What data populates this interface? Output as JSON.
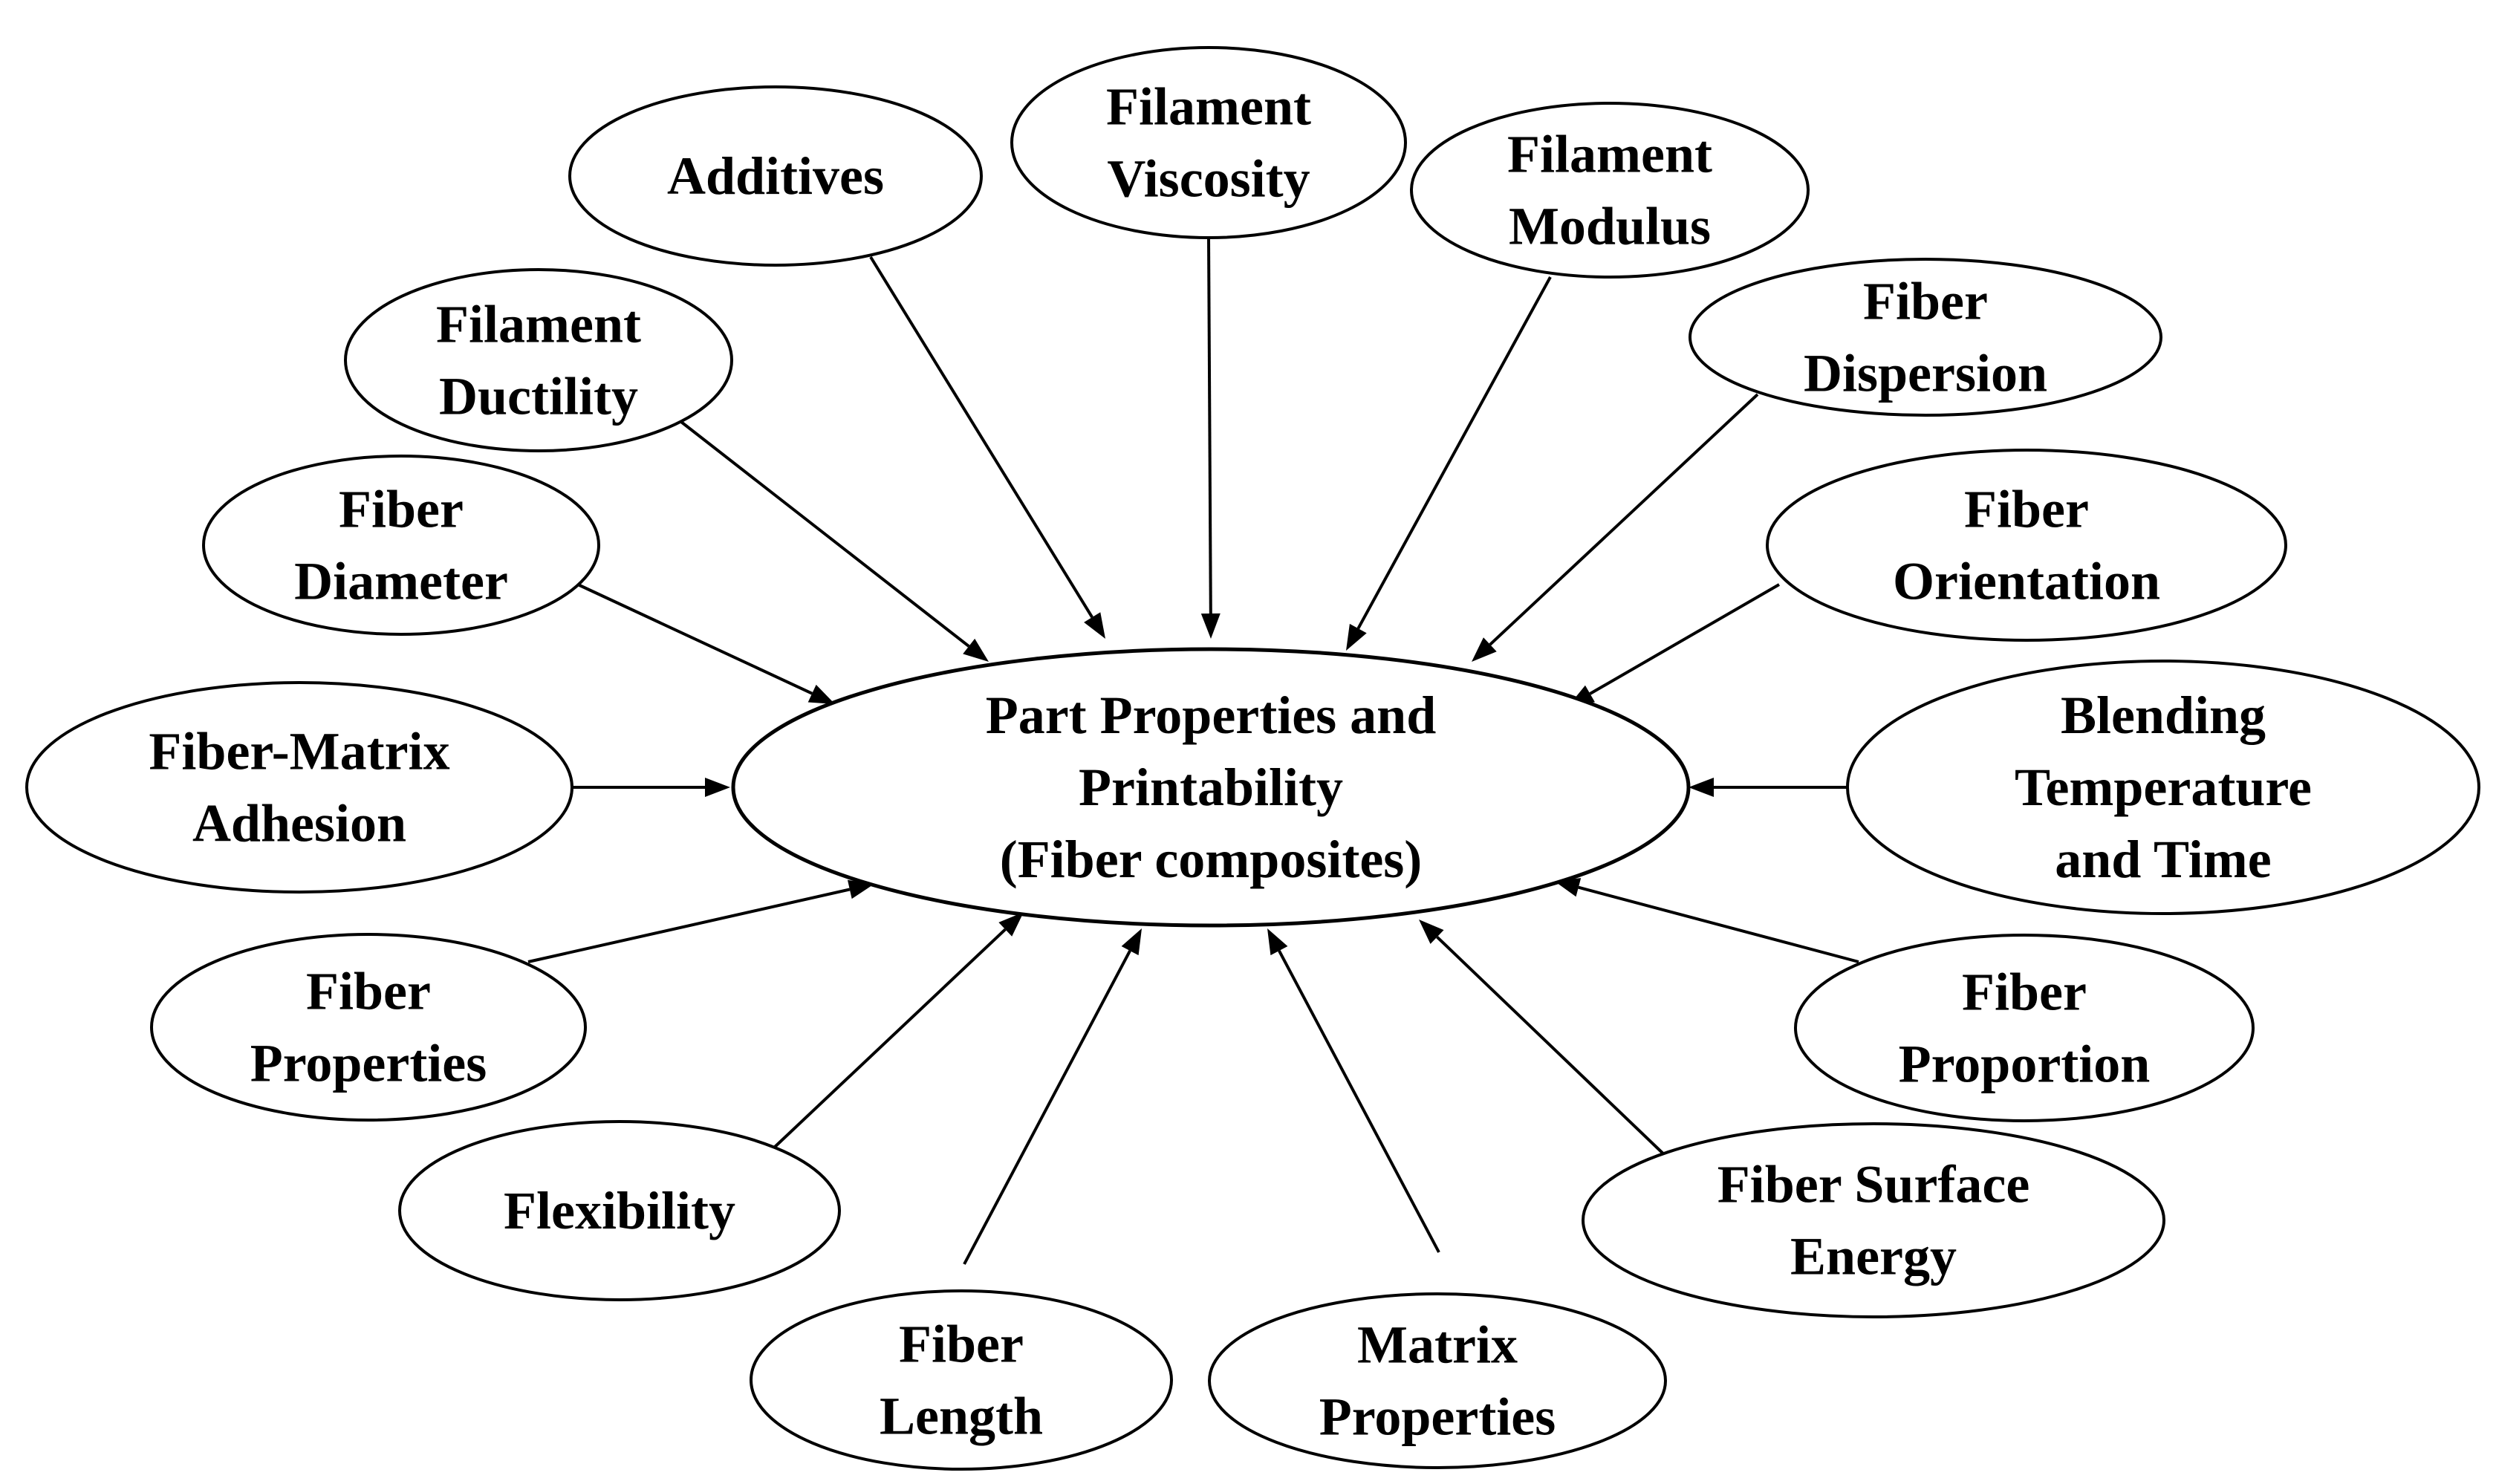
{
  "colors": {
    "center_fill": "#d6dde6",
    "center_stroke": "#2bb24c",
    "node_fill": "#ffffff",
    "node_stroke": "#000000",
    "text": "#000000"
  },
  "center": {
    "lines": [
      "Part Properties and",
      "Printability",
      "(Fiber composites)"
    ]
  },
  "factors": [
    {
      "id": "additives",
      "lines": [
        "Additives"
      ]
    },
    {
      "id": "filament-viscosity",
      "lines": [
        "Filament",
        "Viscosity"
      ]
    },
    {
      "id": "filament-modulus",
      "lines": [
        "Filament",
        "Modulus"
      ]
    },
    {
      "id": "filament-ductility",
      "lines": [
        "Filament",
        "Ductility"
      ]
    },
    {
      "id": "fiber-dispersion",
      "lines": [
        "Fiber",
        "Dispersion"
      ]
    },
    {
      "id": "fiber-diameter",
      "lines": [
        "Fiber",
        "Diameter"
      ]
    },
    {
      "id": "fiber-orientation",
      "lines": [
        "Fiber",
        "Orientation"
      ]
    },
    {
      "id": "fiber-matrix-adhesion",
      "lines": [
        "Fiber-Matrix",
        "Adhesion"
      ]
    },
    {
      "id": "blending-temperature-and-time",
      "lines": [
        "Blending",
        "Temperature",
        "and Time"
      ]
    },
    {
      "id": "fiber-properties",
      "lines": [
        "Fiber",
        "Properties"
      ]
    },
    {
      "id": "fiber-proportion",
      "lines": [
        "Fiber",
        "Proportion"
      ]
    },
    {
      "id": "flexibility",
      "lines": [
        "Flexibility"
      ]
    },
    {
      "id": "fiber-surface-energy",
      "lines": [
        "Fiber Surface",
        "Energy"
      ]
    },
    {
      "id": "fiber-length",
      "lines": [
        "Fiber",
        "Length"
      ]
    },
    {
      "id": "matrix-properties",
      "lines": [
        "Matrix",
        "Properties"
      ]
    }
  ]
}
